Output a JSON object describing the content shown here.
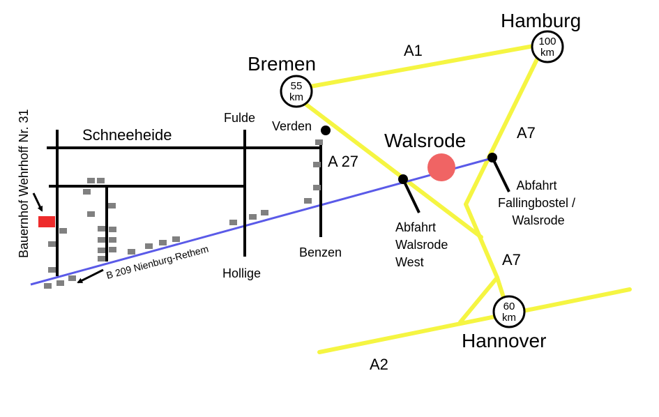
{
  "colors": {
    "motorway": "#f5f542",
    "federal_road": "#5a5ae8",
    "local_road": "#000000",
    "building": "#808080",
    "farm_marker": "#ee2b2b",
    "walsrode_dot": "#f06464"
  },
  "cities": {
    "hamburg": "Hamburg",
    "bremen": "Bremen",
    "walsrode": "Walsrode",
    "hannover": "Hannover"
  },
  "distances": {
    "hamburg": {
      "value": "100",
      "unit": "km"
    },
    "bremen": {
      "value": "55",
      "unit": "km"
    },
    "hannover": {
      "value": "60",
      "unit": "km"
    }
  },
  "roads": {
    "a1": "A1",
    "a7_north": "A7",
    "a7_south": "A7",
    "a27": "A 27",
    "a2": "A2",
    "b209": "B 209 Nienburg-Rethem"
  },
  "exits": {
    "walsrode_west": [
      "Abfahrt",
      "Walsrode",
      "West"
    ],
    "fallingbostel": [
      "Abfahrt",
      "Fallingbostel /",
      "Walsrode"
    ]
  },
  "places": {
    "verden": "Verden",
    "schneeheide": "Schneeheide",
    "fulde": "Fulde",
    "hollige": "Hollige",
    "benzen": "Benzen",
    "farm": "Bauernhof Wehrhoff Nr. 31"
  }
}
